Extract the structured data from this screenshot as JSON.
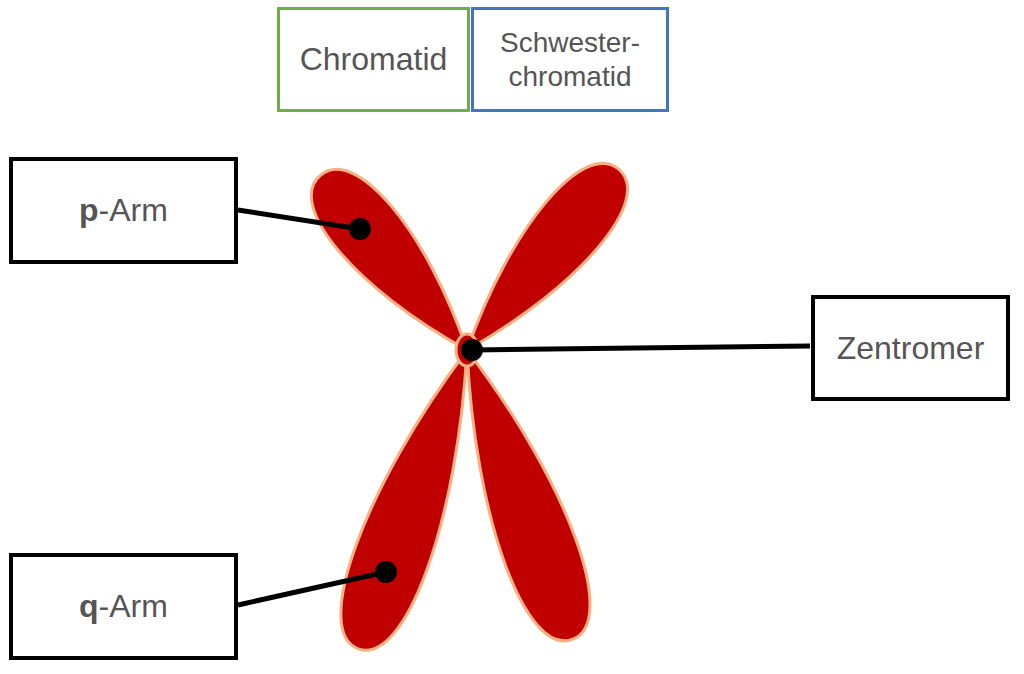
{
  "diagram": {
    "nodes": [
      {
        "text": [
          "Chromatid"
        ]
      },
      {
        "text": [
          "Schwester- chromatid"
        ]
      },
      {
        "text": [
          "p-Arm"
        ]
      },
      {
        "text": [
          "Zentromer"
        ]
      },
      {
        "text": [
          "q-Arm"
        ]
      }
    ]
  }
}
